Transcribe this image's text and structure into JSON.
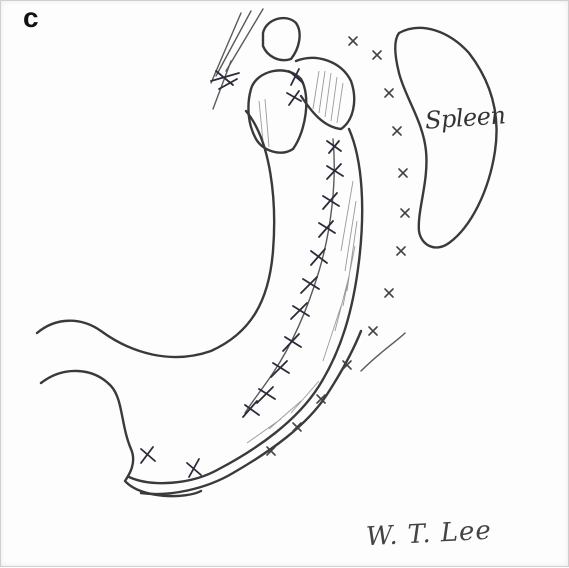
{
  "figure": {
    "panel_letter": "c",
    "labels": {
      "spleen": "Spleen"
    },
    "signature": "W. T. Lee",
    "colors": {
      "ink": "#3a3a3a",
      "suture": "#2e2a3a",
      "paper": "#fdfdfd"
    }
  }
}
